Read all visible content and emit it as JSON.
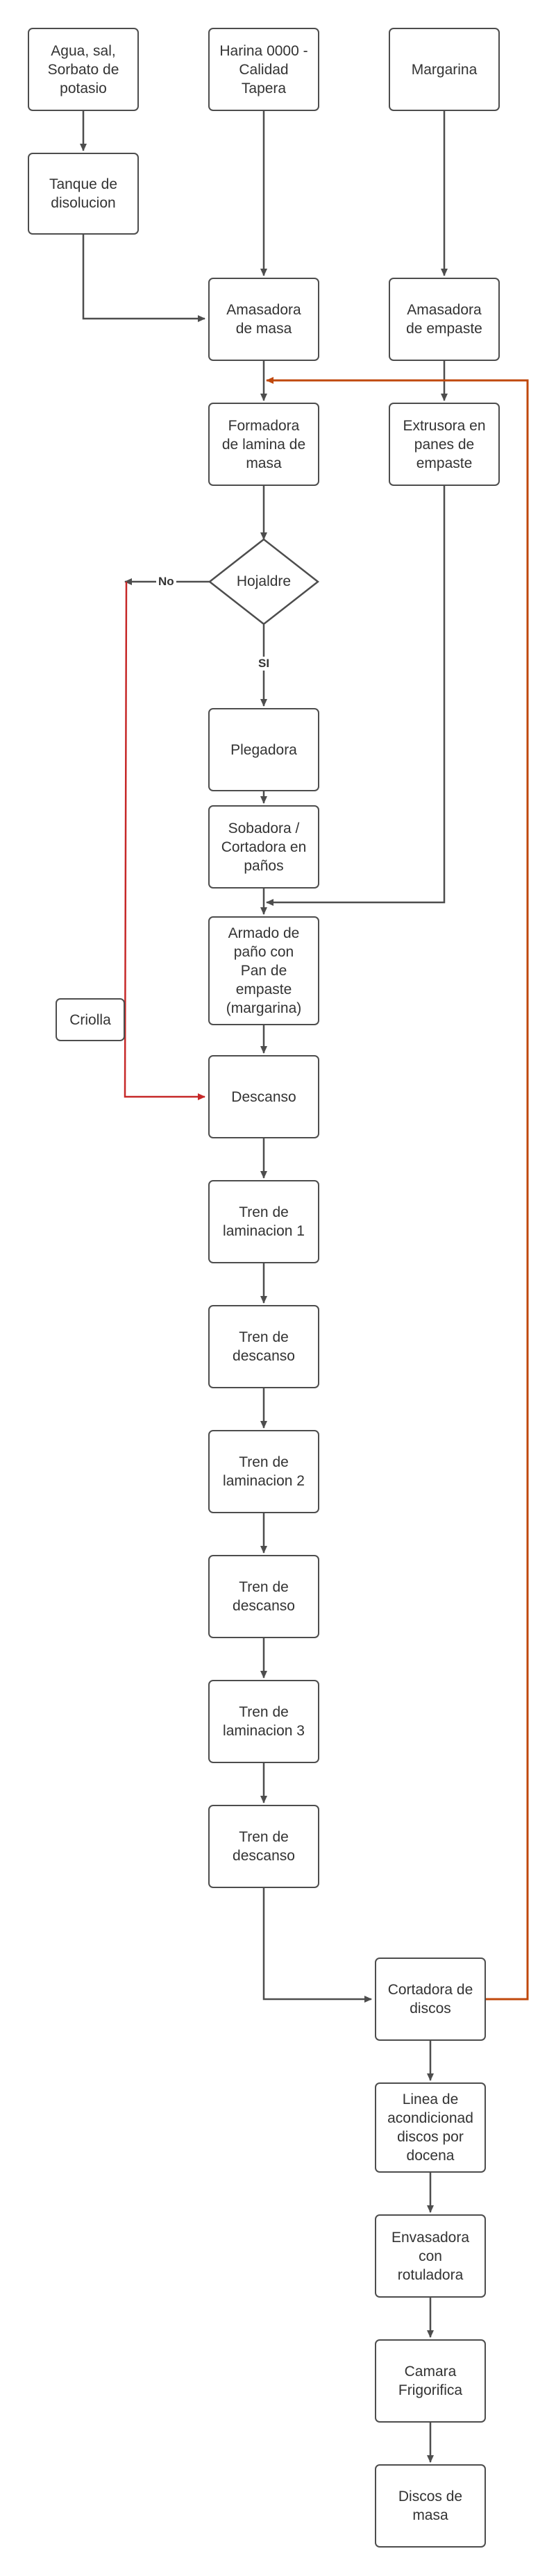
{
  "nodes": {
    "ingredientes": "Agua, sal,\nSorbato de\npotasio",
    "harina": "Harina 0000 -\nCalidad\nTapera",
    "margarina": "Margarina",
    "tanque": "Tanque de\ndisolucion",
    "amasadora_masa": "Amasadora\nde masa",
    "amasadora_empaste": "Amasadora\nde empaste",
    "formadora": "Formadora\nde lamina de\nmasa",
    "extrusora": "Extrusora en\npanes de\nempaste",
    "hojaldre": "Hojaldre",
    "plegadora": "Plegadora",
    "sobadora": "Sobadora /\nCortadora en\npaños",
    "armado": "Armado de\npaño con\nPan de\nempaste\n(margarina)",
    "criolla": "Criolla",
    "descanso": "Descanso",
    "tren_lam_1": "Tren de\nlaminacion 1",
    "tren_desc_1": "Tren de\ndescanso",
    "tren_lam_2": "Tren de\nlaminacion 2",
    "tren_desc_2": "Tren de\ndescanso",
    "tren_lam_3": "Tren de\nlaminacion 3",
    "tren_desc_3": "Tren de\ndescanso",
    "cortadora": "Cortadora de\ndiscos",
    "linea": "Linea de\nacondicionad\ndiscos por\ndocena",
    "envasadora": "Envasadora\ncon\nrotuladora",
    "camara": "Camara\nFrigorifica",
    "discos": "Discos de\nmasa"
  },
  "edge_labels": {
    "no": "No",
    "si": "SI"
  },
  "colors": {
    "border": "#4d4d4d",
    "text": "#333333",
    "connector": "#4d4d4d",
    "highlight_red": "#c62828",
    "highlight_orange": "#c0480c"
  }
}
